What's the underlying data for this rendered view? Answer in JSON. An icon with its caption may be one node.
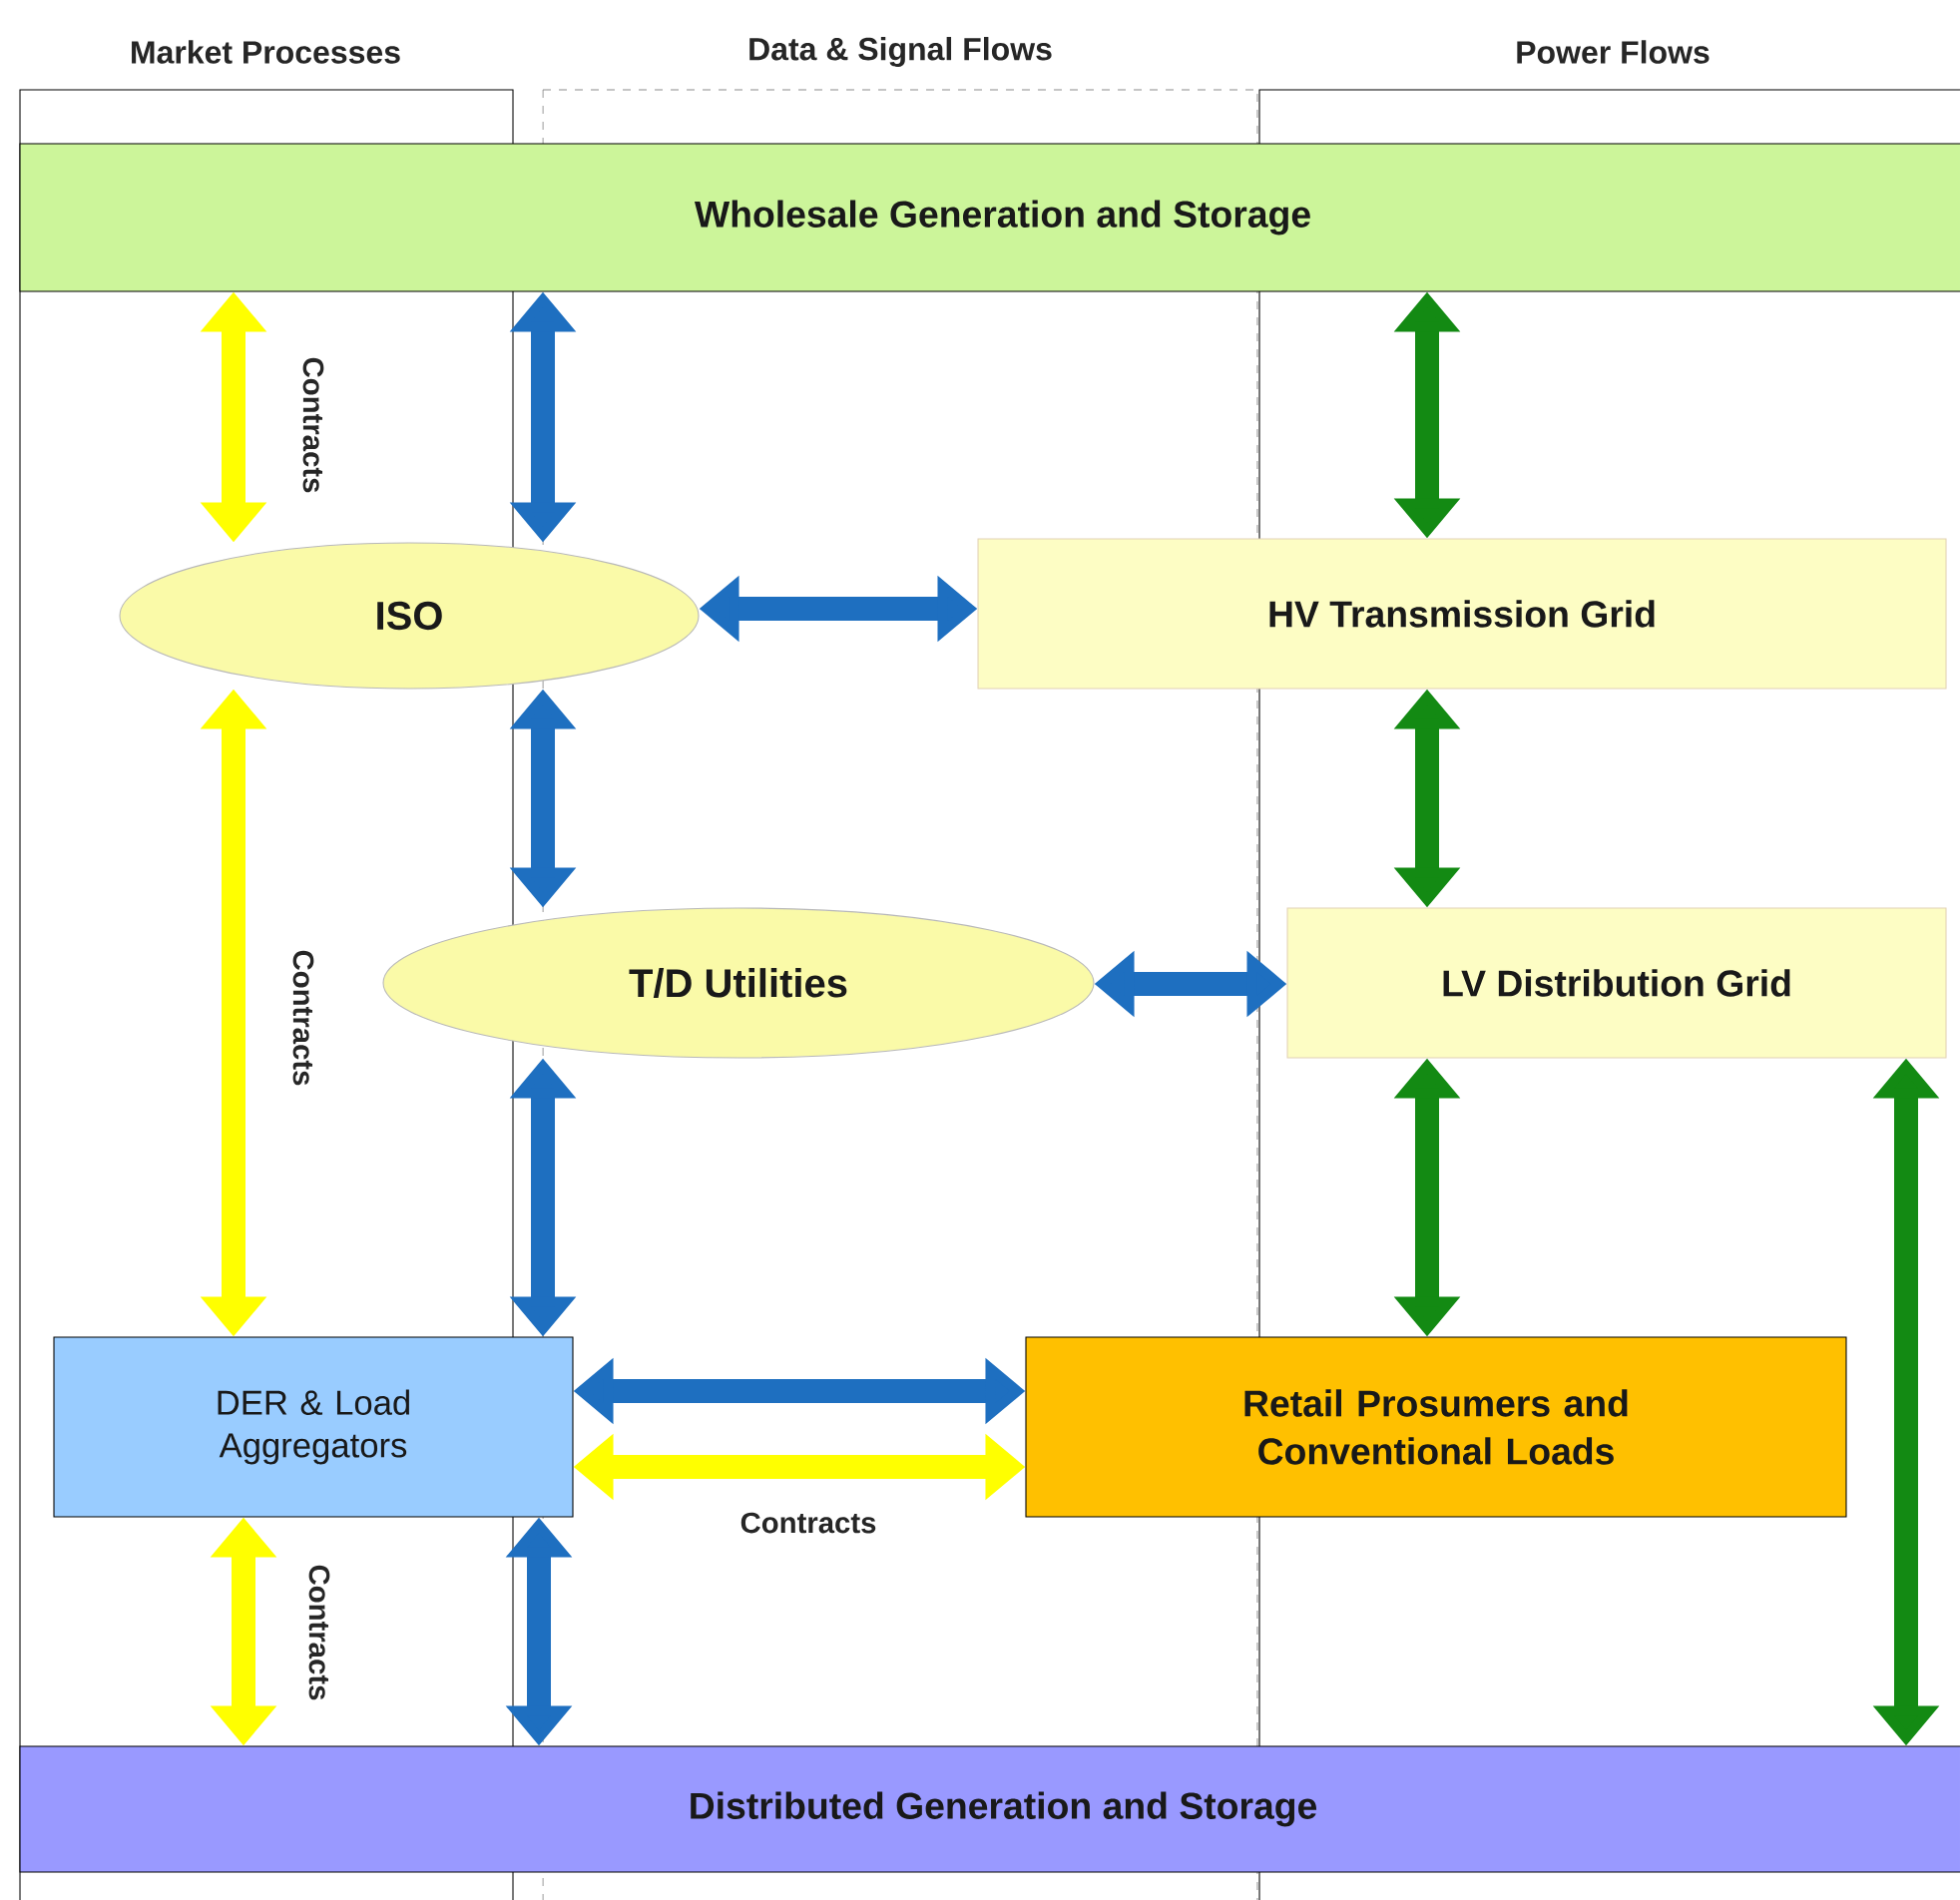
{
  "diagram": {
    "nodes": [
      {
        "text": [
          "Wholesale Generation and Storage"
        ]
      },
      {
        "text": [
          "ISO"
        ]
      },
      {
        "text": [
          "HV Transmission Grid"
        ]
      },
      {
        "text": [
          "T/D Utilities"
        ]
      },
      {
        "text": [
          "LV Distribution Grid"
        ]
      },
      {
        "text": [
          "DER & Load Aggregators"
        ]
      },
      {
        "text": [
          "Retail Prosumers and Conventional Loads"
        ]
      },
      {
        "text": [
          "Distributed Generation and Storage"
        ]
      }
    ],
    "edges": [
      {
        "from": 0,
        "to": 1,
        "arrow": "both",
        "color": "#ffff00",
        "label": "Contracts"
      },
      {
        "from": 0,
        "to": 1,
        "arrow": "both",
        "color": "#1e6fc0"
      },
      {
        "from": 0,
        "to": 2,
        "arrow": "both",
        "color": "#138a13"
      },
      {
        "from": 1,
        "to": 2,
        "arrow": "both",
        "color": "#1e6fc0"
      },
      {
        "from": 1,
        "to": 5,
        "arrow": "both",
        "color": "#ffff00",
        "label": "Contracts"
      },
      {
        "from": 1,
        "to": 3,
        "arrow": "both",
        "color": "#1e6fc0"
      },
      {
        "from": 2,
        "to": 4,
        "arrow": "both",
        "color": "#138a13"
      },
      {
        "from": 3,
        "to": 4,
        "arrow": "both",
        "color": "#1e6fc0"
      },
      {
        "from": 3,
        "to": 5,
        "arrow": "both",
        "color": "#1e6fc0"
      },
      {
        "from": 4,
        "to": 6,
        "arrow": "both",
        "color": "#138a13"
      },
      {
        "from": 5,
        "to": 6,
        "arrow": "both",
        "color": "#1e6fc0"
      },
      {
        "from": 5,
        "to": 6,
        "arrow": "both",
        "color": "#ffff00",
        "label": "Contracts"
      },
      {
        "from": 5,
        "to": 7,
        "arrow": "both",
        "color": "#ffff00",
        "label": "Contracts"
      },
      {
        "from": 5,
        "to": 7,
        "arrow": "both",
        "color": "#1e6fc0"
      },
      {
        "from": 4,
        "to": 7,
        "arrow": "both",
        "color": "#138a13"
      }
    ],
    "labels": [
      "Market Processes",
      "Data & Signal Flows",
      "Power Flows"
    ]
  }
}
